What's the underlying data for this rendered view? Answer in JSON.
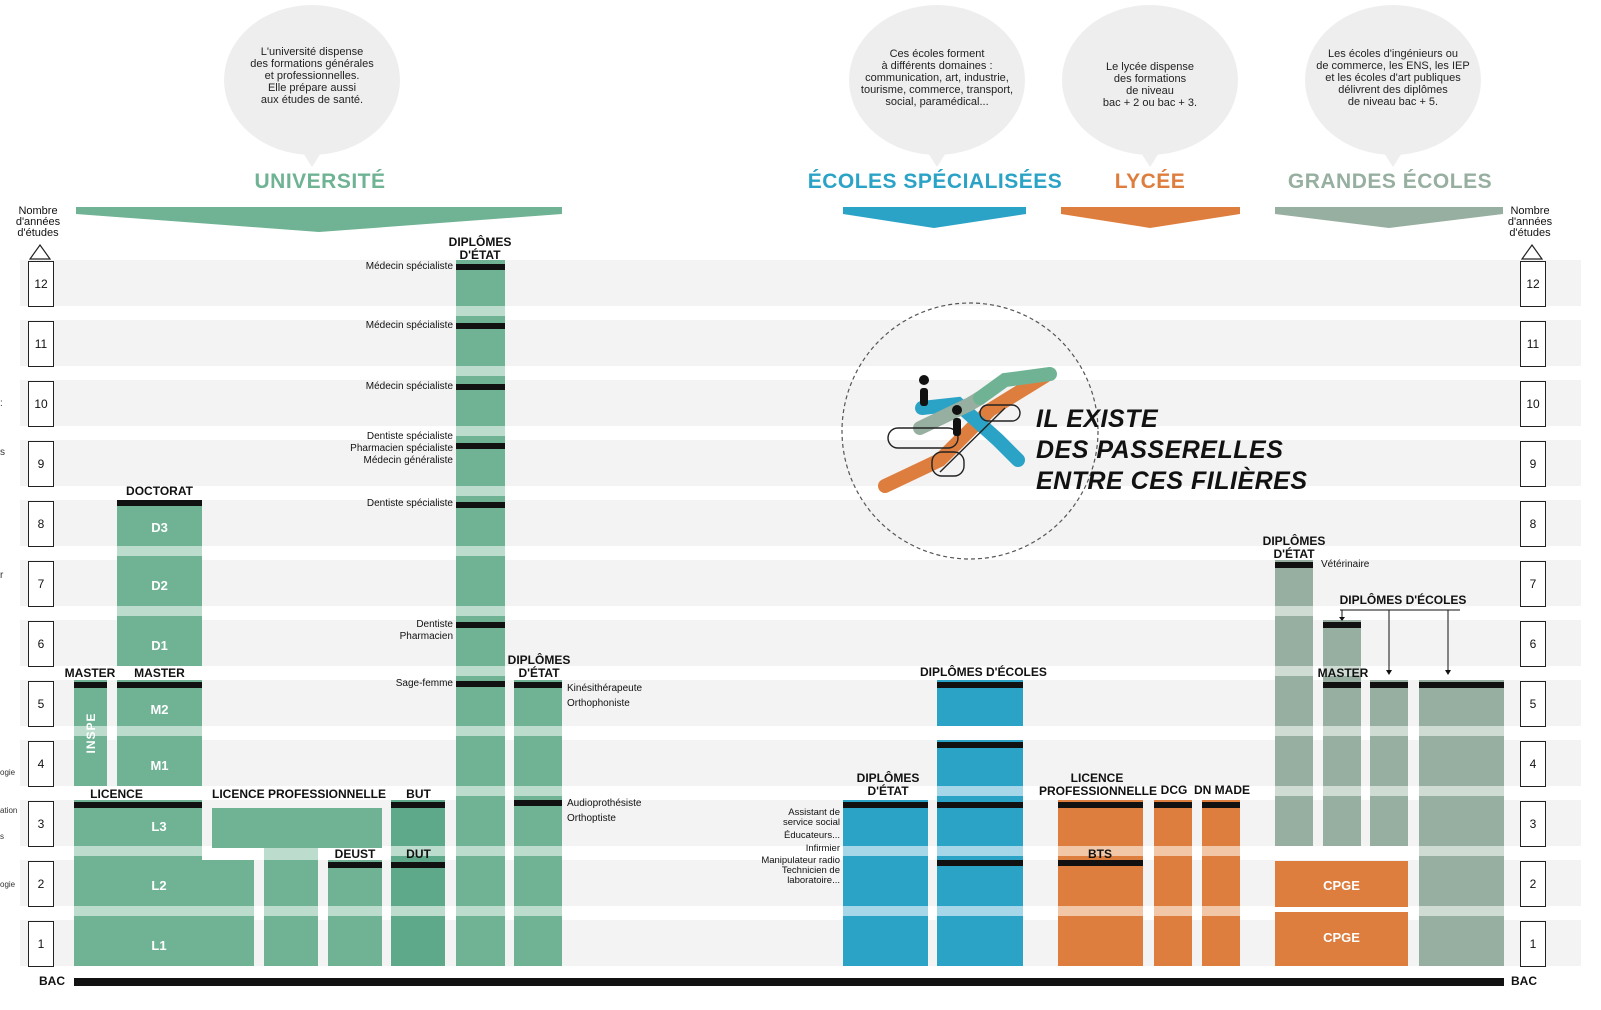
{
  "colors": {
    "universite": "#6fb394",
    "universite_dark": "#5da98a",
    "ecoles_specialisees": "#2ba3c6",
    "lycee": "#de7e3e",
    "grandes_ecoles": "#97afa0",
    "band": "#f3f3f3",
    "tick": "#111111"
  },
  "bubbles": {
    "universite": [
      "L'université dispense",
      "des formations générales",
      "et professionnelles.",
      "Elle prépare aussi",
      "aux études de santé."
    ],
    "ecoles": [
      "Ces écoles forment",
      "à différents domaines :",
      "communication, art, industrie,",
      "tourisme, commerce, transport,",
      "social, paramédical..."
    ],
    "lycee": [
      "Le lycée dispense",
      "des formations",
      "de niveau",
      "bac + 2 ou bac + 3."
    ],
    "grandes": [
      "Les écoles d'ingénieurs ou",
      "de commerce, les ENS, les IEP",
      "et les écoles d'art publiques",
      "délivrent des diplômes",
      "de niveau bac + 5."
    ]
  },
  "categories": {
    "universite": "UNIVERSITÉ",
    "ecoles": "ÉCOLES SPÉCIALISÉES",
    "lycee": "LYCÉE",
    "grandes": "GRANDES ÉCOLES"
  },
  "axis": {
    "header": [
      "Nombre",
      "d'années",
      "d'études"
    ],
    "years": [
      "1",
      "2",
      "3",
      "4",
      "5",
      "6",
      "7",
      "8",
      "9",
      "10",
      "11",
      "12"
    ],
    "bac_left": "BAC",
    "bac_right": "BAC"
  },
  "labels": {
    "diplomes_etat_sante": [
      "DIPLÔMES",
      "D'ÉTAT"
    ],
    "diplomes_etat_para": [
      "DIPLÔMES",
      "D'ÉTAT"
    ],
    "doctorat": "DOCTORAT",
    "master_inspe": "MASTER",
    "master": "MASTER",
    "licence": "LICENCE",
    "licence_pro": "LICENCE PROFESSIONNELLE",
    "but": "BUT",
    "deust": "DEUST",
    "dut": "DUT",
    "diplomes_ecoles_spec": "DIPLÔMES D'ÉCOLES",
    "diplomes_etat_spec": [
      "DIPLÔMES",
      "D'ÉTAT"
    ],
    "licence_pro_lycee": [
      "LICENCE",
      "PROFESSIONNELLE"
    ],
    "dcg": "DCG",
    "dn_made": "DN MADE",
    "bts": "BTS",
    "diplomes_etat_ge": [
      "DIPLÔMES",
      "D'ÉTAT"
    ],
    "diplomes_ecoles_ge": "DIPLÔMES D'ÉCOLES",
    "master_ge": "MASTER"
  },
  "blocks": {
    "d3": "D3",
    "d2": "D2",
    "d1": "D1",
    "m2": "M2",
    "m1": "M1",
    "l3": "L3",
    "l2": "L2",
    "l1": "L1",
    "inspe": "INSPE",
    "cpge2": "CPGE",
    "cpge1": "CPGE"
  },
  "annotations": {
    "med_spec_1": "Médecin spécialiste",
    "med_spec_2": "Médecin spécialiste",
    "med_spec_3": "Médecin spécialiste",
    "dent_pharm_med": [
      "Dentiste spécialiste",
      "Pharmacien spécialiste",
      "Médecin généraliste"
    ],
    "dent_spec": "Dentiste spécialiste",
    "dent_pharm": [
      "Dentiste",
      "Pharmacien"
    ],
    "sage_femme": "Sage-femme",
    "kine_ortho": [
      "Kinésithérapeute",
      "Orthophoniste"
    ],
    "audio_orthop": [
      "Audioprothésiste",
      "Orthoptiste"
    ],
    "social": [
      "Assistant de",
      "service social",
      "Éducateurs..."
    ],
    "infirmier": "Infirmier",
    "manip": [
      "Manipulateur radio",
      "Technicien de",
      "laboratoire..."
    ],
    "veterinaire": "Vétérinaire"
  },
  "slogan": [
    "IL EXISTE",
    "DES PASSERELLES",
    "ENTRE CES FILIÈRES"
  ],
  "cropped_left": [
    ":",
    "s",
    "r",
    "ogie",
    "ation",
    "s",
    "ogie"
  ]
}
